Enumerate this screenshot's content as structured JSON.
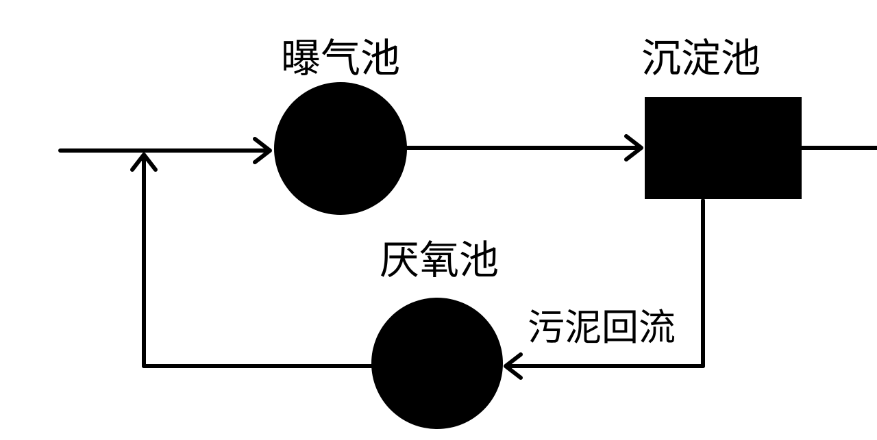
{
  "diagram": {
    "nodes": {
      "aeration_tank": {
        "label": "曝气池",
        "shape": "circle"
      },
      "settling_tank": {
        "label": "沉淀池",
        "shape": "rectangle"
      },
      "anaerobic_tank": {
        "label": "厌氧池",
        "shape": "circle"
      }
    },
    "edges": {
      "sludge_return": {
        "label": "污泥回流"
      }
    },
    "colors": {
      "stroke": "#000000",
      "fill": "#000000",
      "background": "#ffffff"
    }
  }
}
